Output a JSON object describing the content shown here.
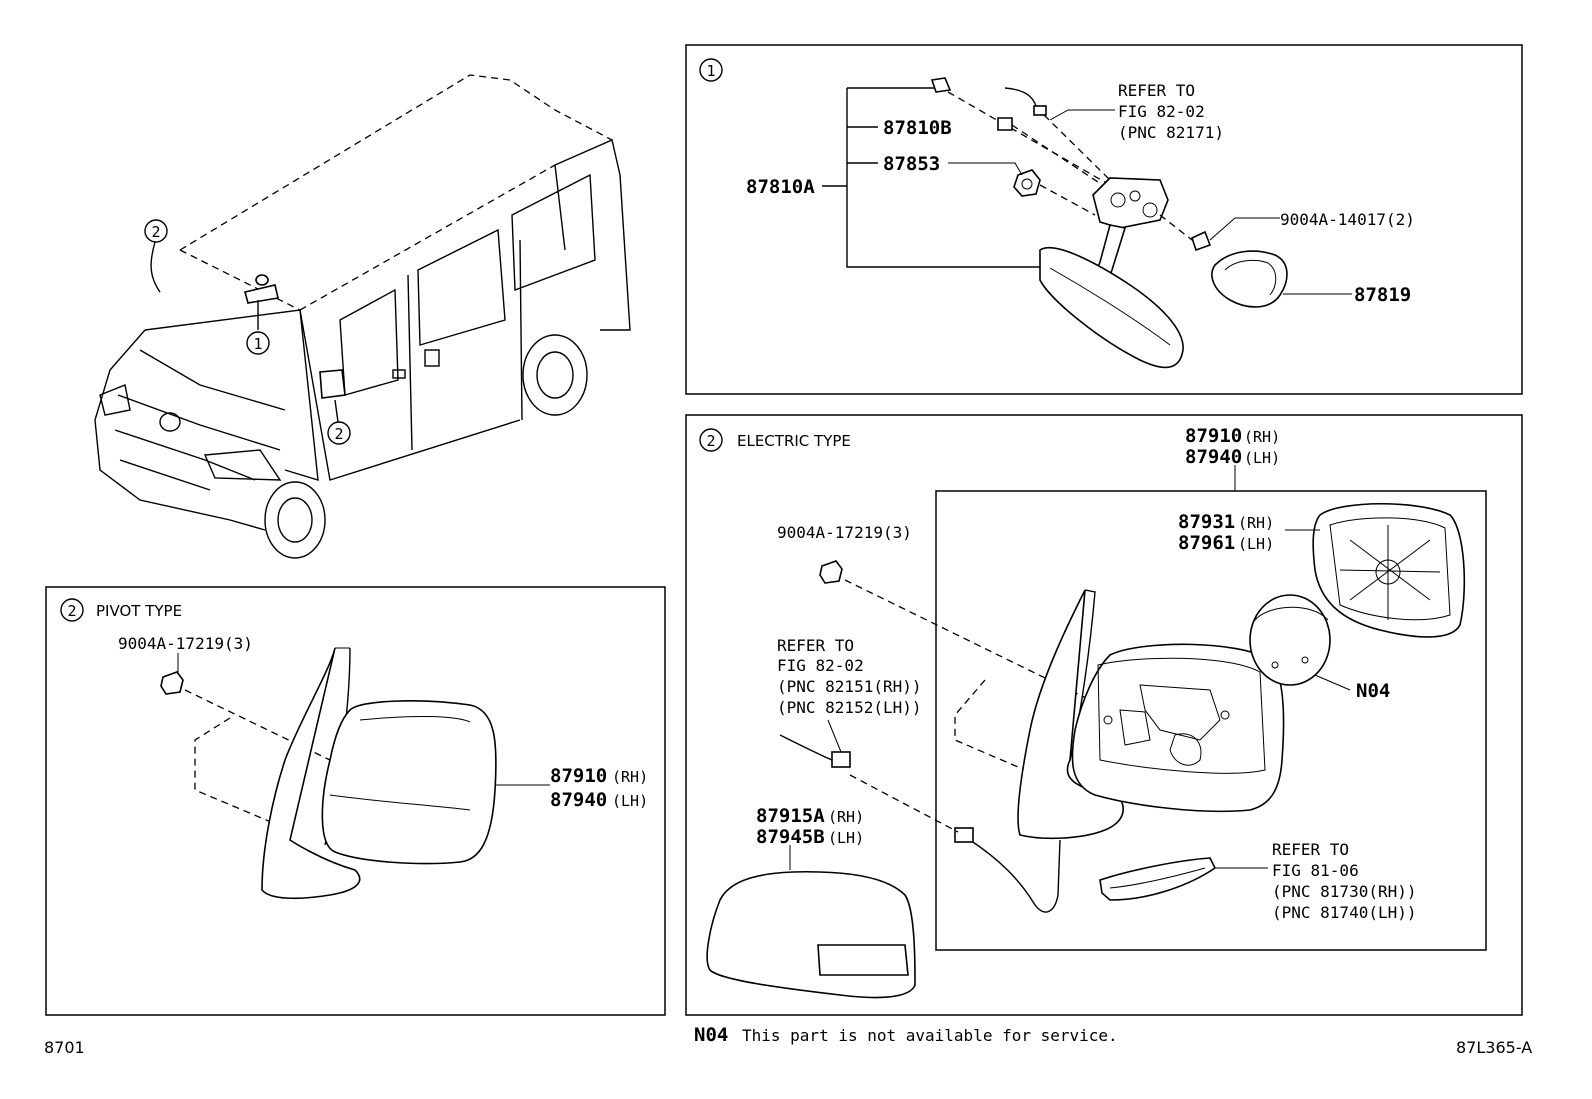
{
  "page": {
    "code_left": "8701",
    "code_right": "87L365-A"
  },
  "note": {
    "code": "N04",
    "text": "This part is not available for service."
  },
  "overview": {
    "callouts": [
      "1",
      "2",
      "2"
    ]
  },
  "panel_inner_mirror": {
    "marker": "1",
    "labels": {
      "assy": "87810A",
      "part_b": "87810B",
      "part_853": "87853",
      "screw": "9004A-14017(2)",
      "cover": "87819",
      "ref_1": "REFER TO",
      "ref_2": "FIG 82-02",
      "ref_3": "(PNC 82171)"
    }
  },
  "panel_pivot": {
    "marker": "2",
    "title": "PIVOT TYPE",
    "labels": {
      "nut": "9004A-17219(3)",
      "mirror_rh_num": "87910",
      "mirror_rh_suffix": "(RH)",
      "mirror_lh_num": "87940",
      "mirror_lh_suffix": "(LH)"
    }
  },
  "panel_electric": {
    "marker": "2",
    "title": "ELECTRIC TYPE",
    "labels": {
      "assy_rh_num": "87910",
      "assy_rh_suffix": "(RH)",
      "assy_lh_num": "87940",
      "assy_lh_suffix": "(LH)",
      "glass_rh_num": "87931",
      "glass_rh_suffix": "(RH)",
      "glass_lh_num": "87961",
      "glass_lh_suffix": "(LH)",
      "nut": "9004A-17219(3)",
      "n04": "N04",
      "wire_ref_1": "REFER TO",
      "wire_ref_2": "FIG 82-02",
      "wire_ref_3": "(PNC 82151(RH))",
      "wire_ref_4": "(PNC 82152(LH))",
      "cover_rh_num": "87915A",
      "cover_rh_suffix": "(RH)",
      "cover_lh_num": "87945B",
      "cover_lh_suffix": "(LH)",
      "lamp_ref_1": "REFER TO",
      "lamp_ref_2": "FIG 81-06",
      "lamp_ref_3": "(PNC 81730(RH))",
      "lamp_ref_4": "(PNC 81740(LH))"
    }
  }
}
